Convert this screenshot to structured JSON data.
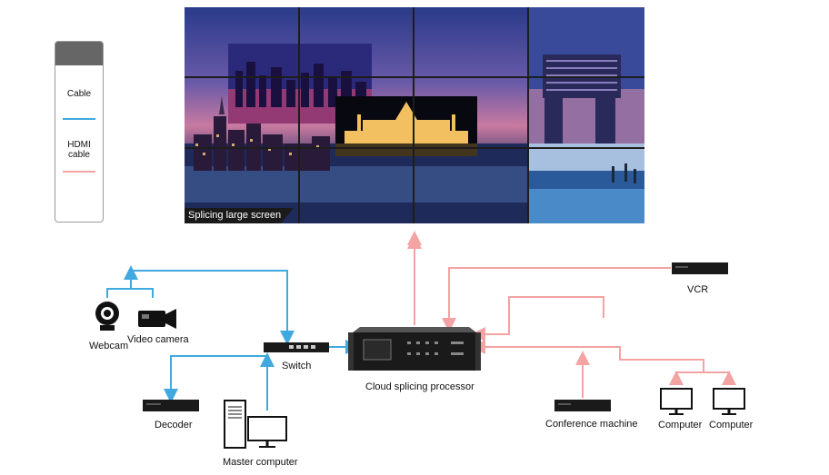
{
  "legend": {
    "header_text": "",
    "items": [
      {
        "label": "Cable",
        "color": "#3fa9e0"
      },
      {
        "label": "HDMI cable",
        "color": "#f4a3a3"
      }
    ]
  },
  "screen": {
    "caption": "Splicing large screen"
  },
  "devices": {
    "webcam": "Webcam",
    "video_camera": "Video camera",
    "switch": "Switch",
    "decoder": "Decoder",
    "master_computer": "Master computer",
    "processor": "Cloud splicing processor",
    "vcr": "VCR",
    "conference_machine": "Conference machine",
    "computer_1": "Computer",
    "computer_2": "Computer"
  },
  "colors": {
    "cable": "#3fa9e0",
    "hdmi": "#f4a3a3",
    "device": "#222222"
  }
}
